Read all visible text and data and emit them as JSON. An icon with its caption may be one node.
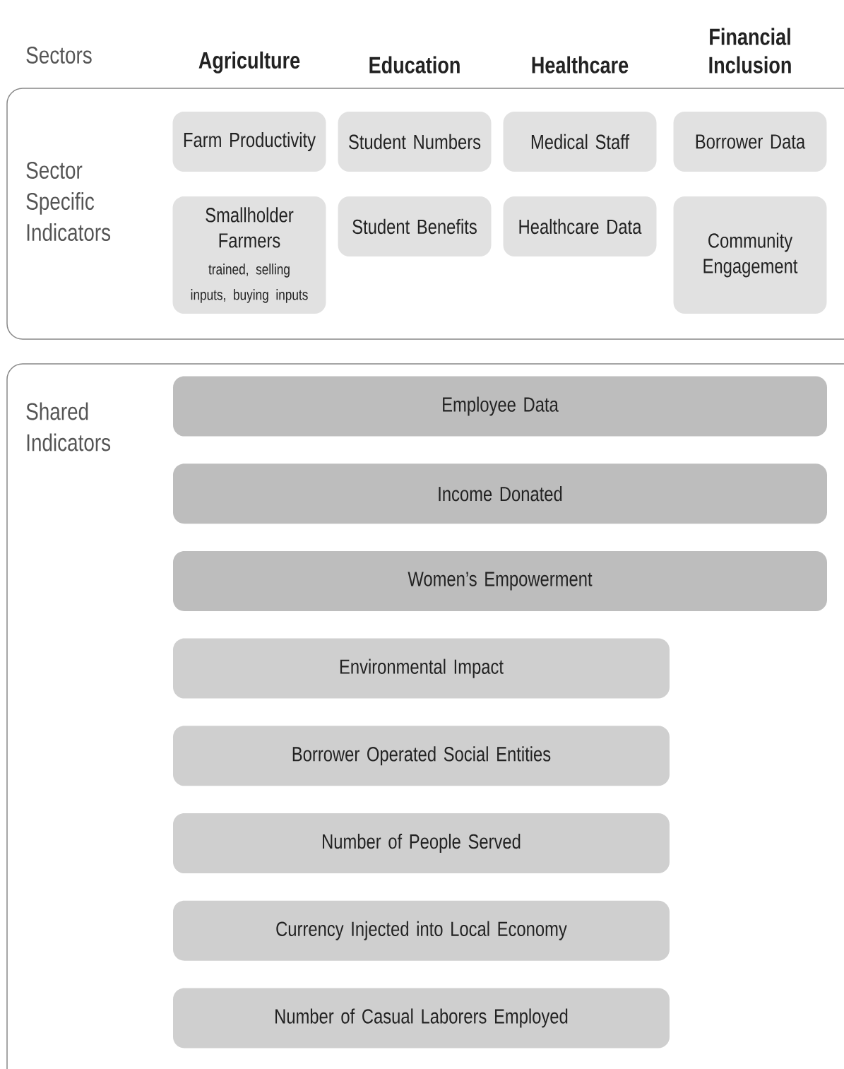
{
  "diagram": {
    "nodes": [
      {
        "text": [
          "Sector Specific Indicators"
        ]
      },
      {
        "text": [
          "Farm Productivity"
        ],
        "in": 0
      },
      {
        "text": [
          "Student Numbers"
        ],
        "in": 0
      },
      {
        "text": [
          "Medical Staff"
        ],
        "in": 0
      },
      {
        "text": [
          "Borrower Data"
        ],
        "in": 0
      },
      {
        "text": [
          "Smallholder Farmers",
          "trained, selling inputs, buying inputs"
        ],
        "in": 0
      },
      {
        "text": [
          "Student Benefits"
        ],
        "in": 0
      },
      {
        "text": [
          "Healthcare Data"
        ],
        "in": 0
      },
      {
        "text": [
          "Community Engagement"
        ],
        "in": 0
      },
      {
        "text": [
          "Shared Indicators"
        ]
      },
      {
        "text": [
          "Employee Data"
        ],
        "in": 9
      },
      {
        "text": [
          "Income Donated"
        ],
        "in": 9
      },
      {
        "text": [
          "Women’s Empowerment"
        ],
        "in": 9
      },
      {
        "text": [
          "Environmental Impact"
        ],
        "in": 9
      },
      {
        "text": [
          "Borrower Operated Social Entities"
        ],
        "in": 9
      },
      {
        "text": [
          "Number of People Served"
        ],
        "in": 9
      },
      {
        "text": [
          "Currency Injected into Local Economy"
        ],
        "in": 9
      },
      {
        "text": [
          "Number of Casual Laborers Employed"
        ],
        "in": 9
      }
    ],
    "labels": [
      "Sectors",
      "Agriculture",
      "Education",
      "Healthcare",
      "Financial Inclusion"
    ]
  }
}
